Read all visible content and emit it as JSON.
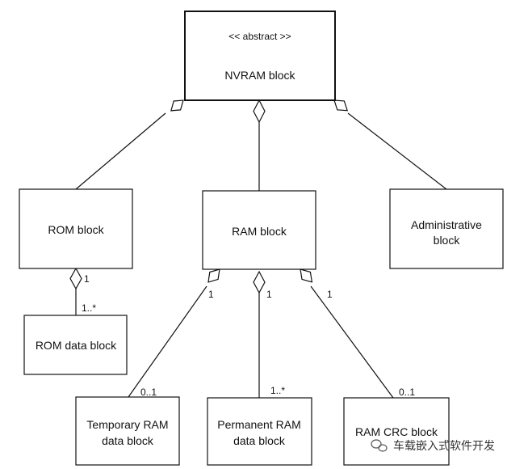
{
  "blocks": {
    "nvram": {
      "stereotype": "<< abstract >>",
      "name": "NVRAM block"
    },
    "rom": {
      "name": "ROM block"
    },
    "ram": {
      "name": "RAM block"
    },
    "admin": {
      "line1": "Administrative",
      "line2": "block"
    },
    "rom_data": {
      "name": "ROM data block"
    },
    "temp_ram": {
      "line1": "Temporary RAM",
      "line2": "data block"
    },
    "perm_ram": {
      "line1": "Permanent RAM",
      "line2": "data block"
    },
    "ram_crc": {
      "name": "RAM CRC block"
    }
  },
  "multiplicities": {
    "rom_owner": "1",
    "rom_part": "1..*",
    "ram_temp_owner": "1",
    "ram_perm_owner": "1",
    "ram_crc_owner": "1",
    "temp_part": "0..1",
    "perm_part": "1..*",
    "crc_part": "0..1"
  },
  "watermark": {
    "text": "车载嵌入式软件开发",
    "icon": "wechat-icon"
  }
}
